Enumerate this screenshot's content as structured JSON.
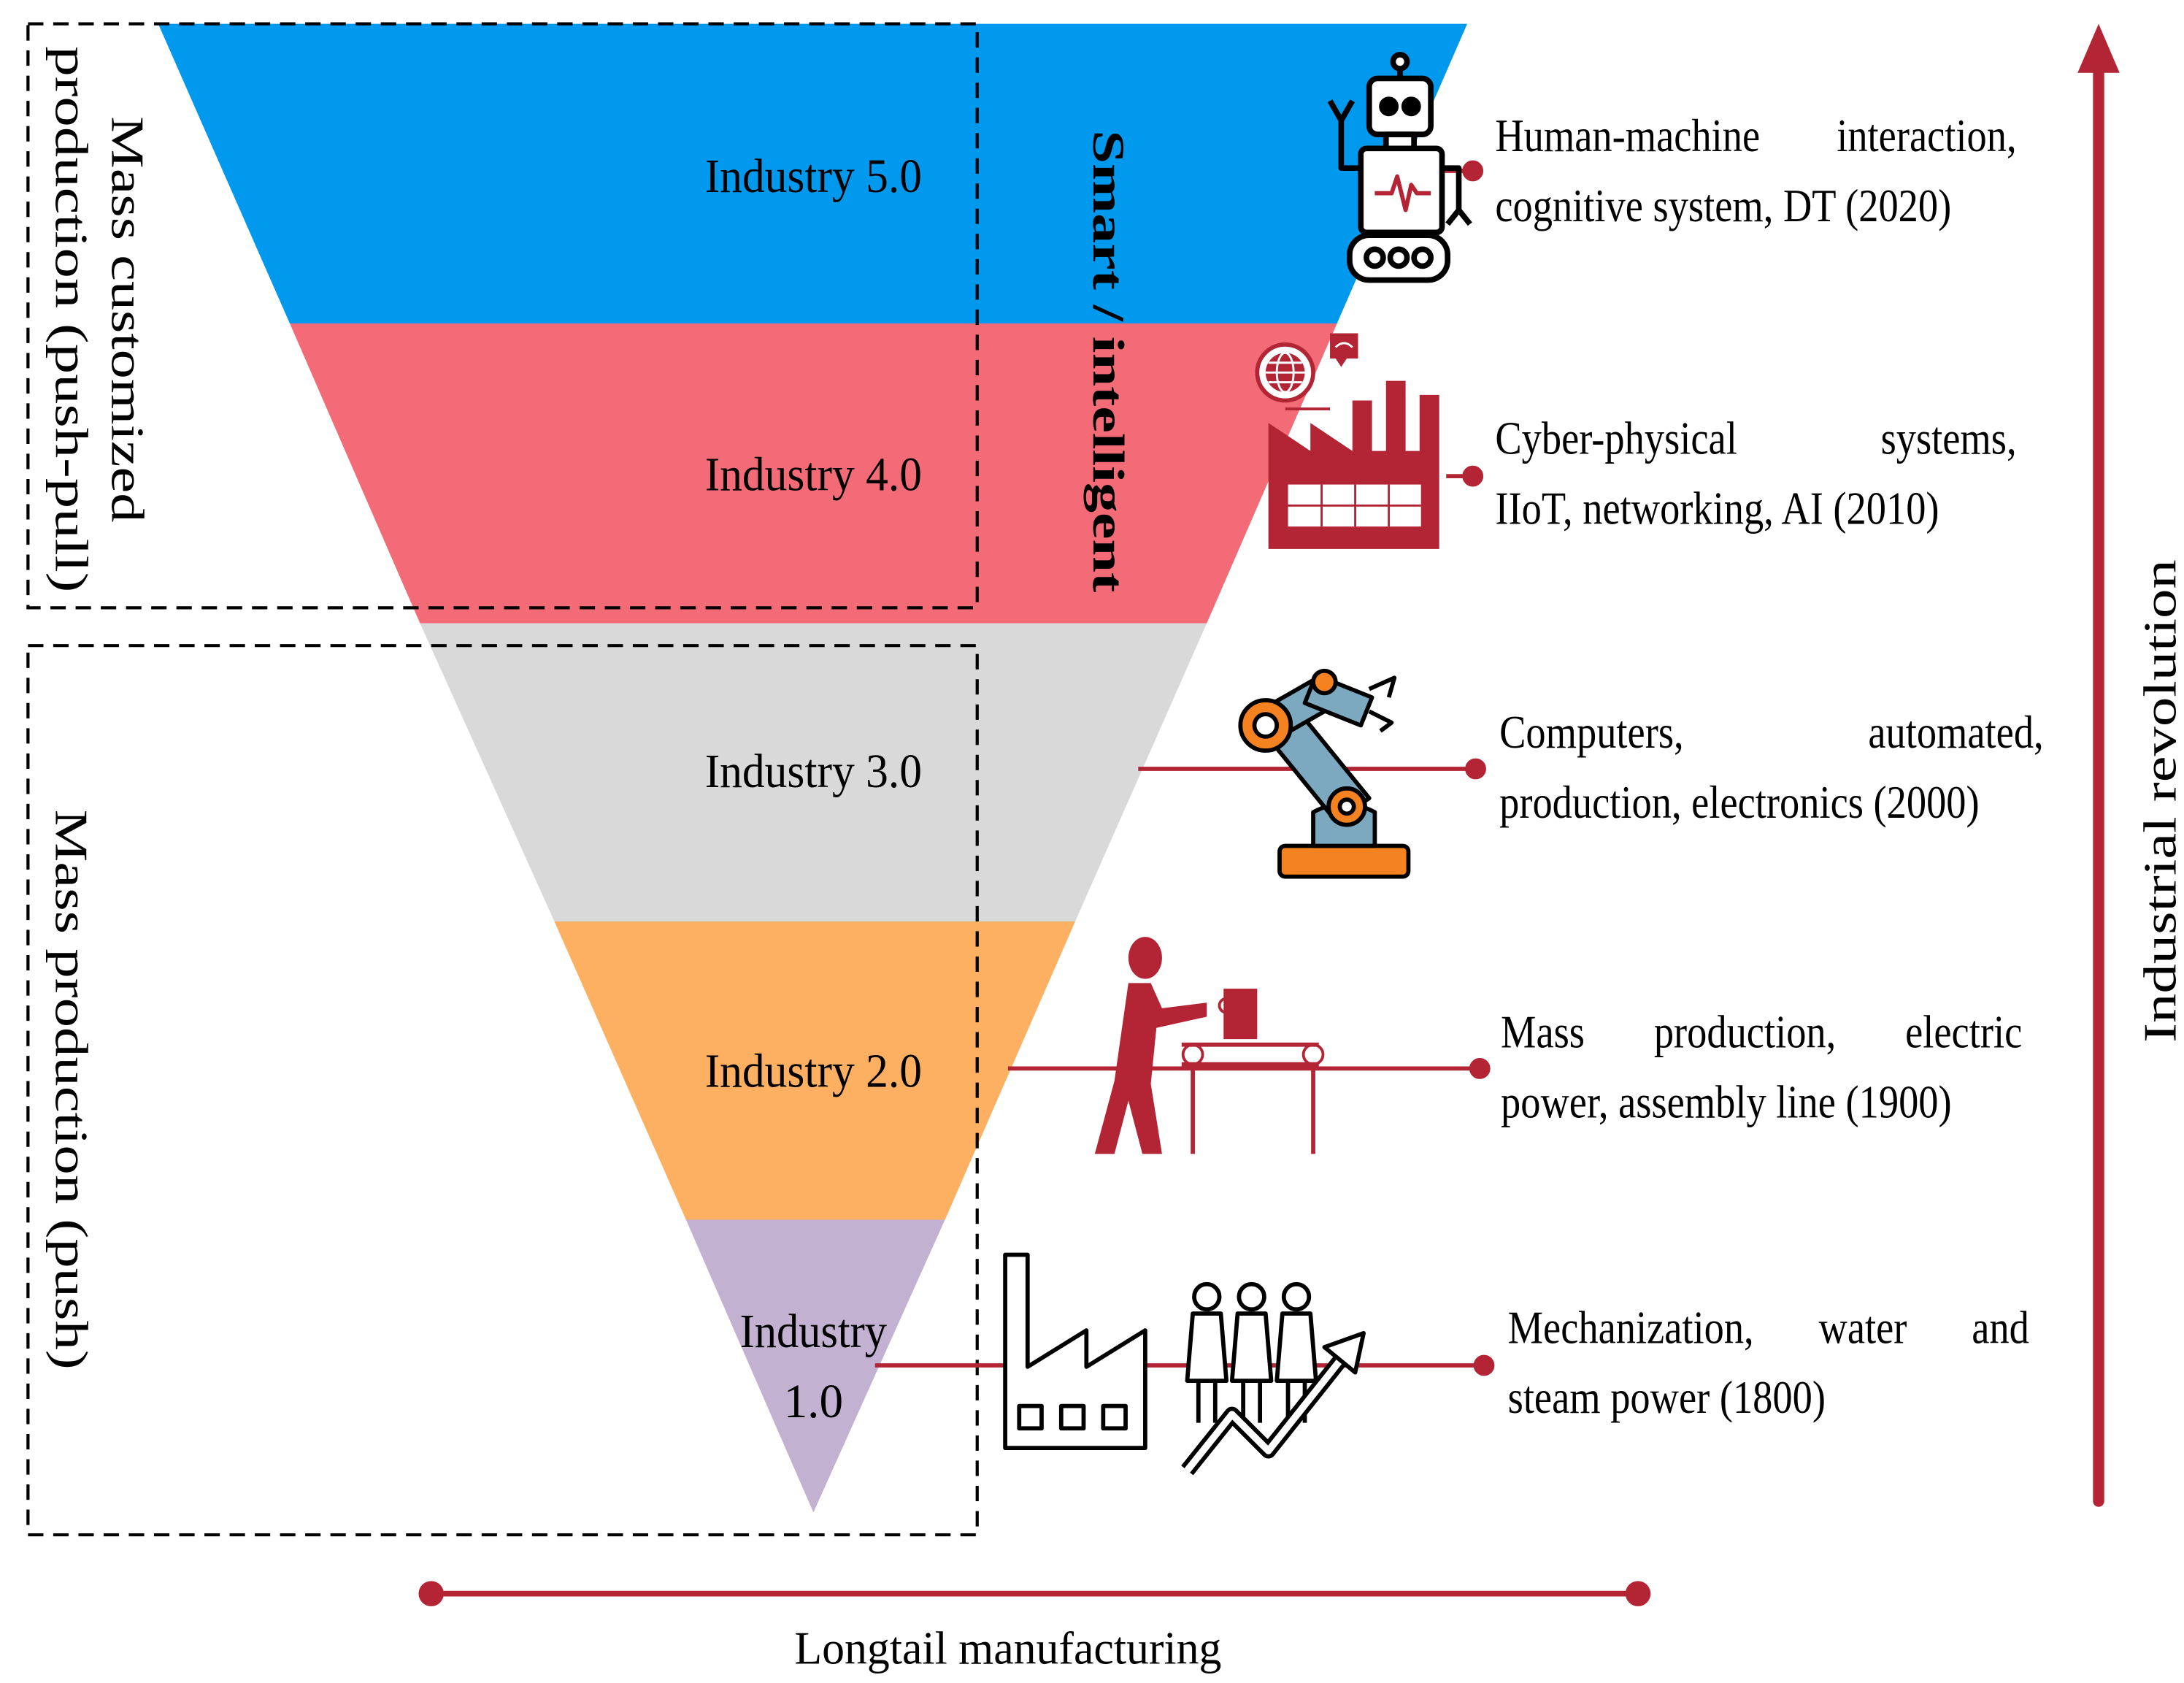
{
  "levels": [
    {
      "label": "Industry 5.0",
      "color": "#0099ee"
    },
    {
      "label": "Industry 4.0",
      "color": "#f36b76"
    },
    {
      "label": "Industry 3.0",
      "color": "#d9d9d9"
    },
    {
      "label": "Industry 2.0",
      "color": "#fdb061"
    },
    {
      "label_line1": "Industry",
      "label_line2": "1.0",
      "color": "#c3b1d1"
    }
  ],
  "descriptions": [
    {
      "line1": "Human-machine interaction,",
      "line2": "cognitive system, DT (2020)",
      "icon": "robot-icon"
    },
    {
      "line1": "Cyber-physical systems,",
      "line2": "IIoT, networking, AI (2010)",
      "icon": "smart-factory-icon"
    },
    {
      "line1": "Computers, automated,",
      "line2": "production, electronics (2000)",
      "icon": "robotic-arm-icon"
    },
    {
      "line1": "Mass production, electric",
      "line2": "power, assembly line (1900)",
      "icon": "assembly-line-worker-icon"
    },
    {
      "line1": "Mechanization, water and",
      "line2": "steam power (1800)",
      "icon": "factory-and-workers-icon"
    }
  ],
  "smart_label": "Smart / intelligent",
  "left_box_top": {
    "line1": "Mass customized",
    "line2": "production (push-pull)"
  },
  "left_box_bottom": {
    "line1": "Mass production (push)"
  },
  "x_axis_label": "Longtail manufacturing",
  "y_axis_label": "Industrial revolution",
  "accent_color": "#b32435"
}
